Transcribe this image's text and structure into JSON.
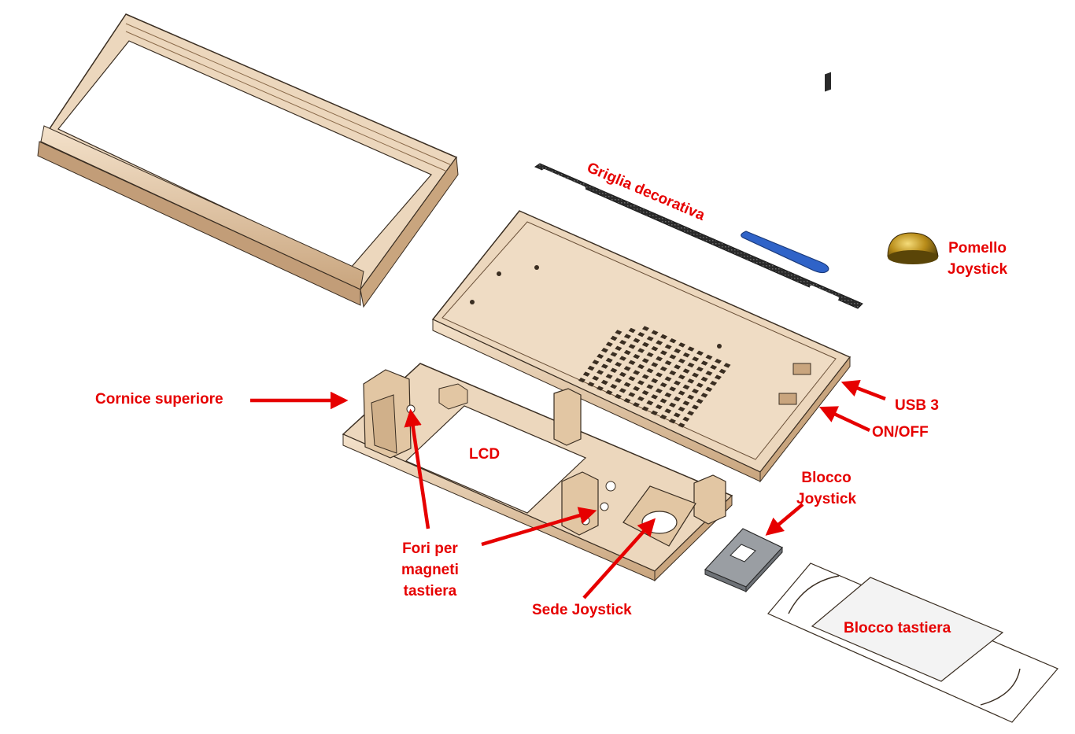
{
  "labels": {
    "griglia": "Griglia decorativa",
    "pomello": [
      "Pomello",
      "Joystick"
    ],
    "cornice": "Cornice superiore",
    "usb": "USB 3",
    "onoff": "ON/OFF",
    "blocco_joy": [
      "Blocco",
      "Joystick"
    ],
    "lcd": "LCD",
    "fori": [
      "Fori per",
      "magneti",
      "tastiera"
    ],
    "sede": "Sede Joystick",
    "blocco_tast": "Blocco tastiera"
  },
  "colors": {
    "label": "#e60000",
    "arrow": "#e60000",
    "part_light": "#ecd7bd",
    "part_mid": "#d9b894",
    "part_dark": "#b08a64",
    "outline": "#3a2e22",
    "knob": "#b98d1a",
    "blue_part": "#2f63c8",
    "joystick_block": "#9a9ea3"
  }
}
